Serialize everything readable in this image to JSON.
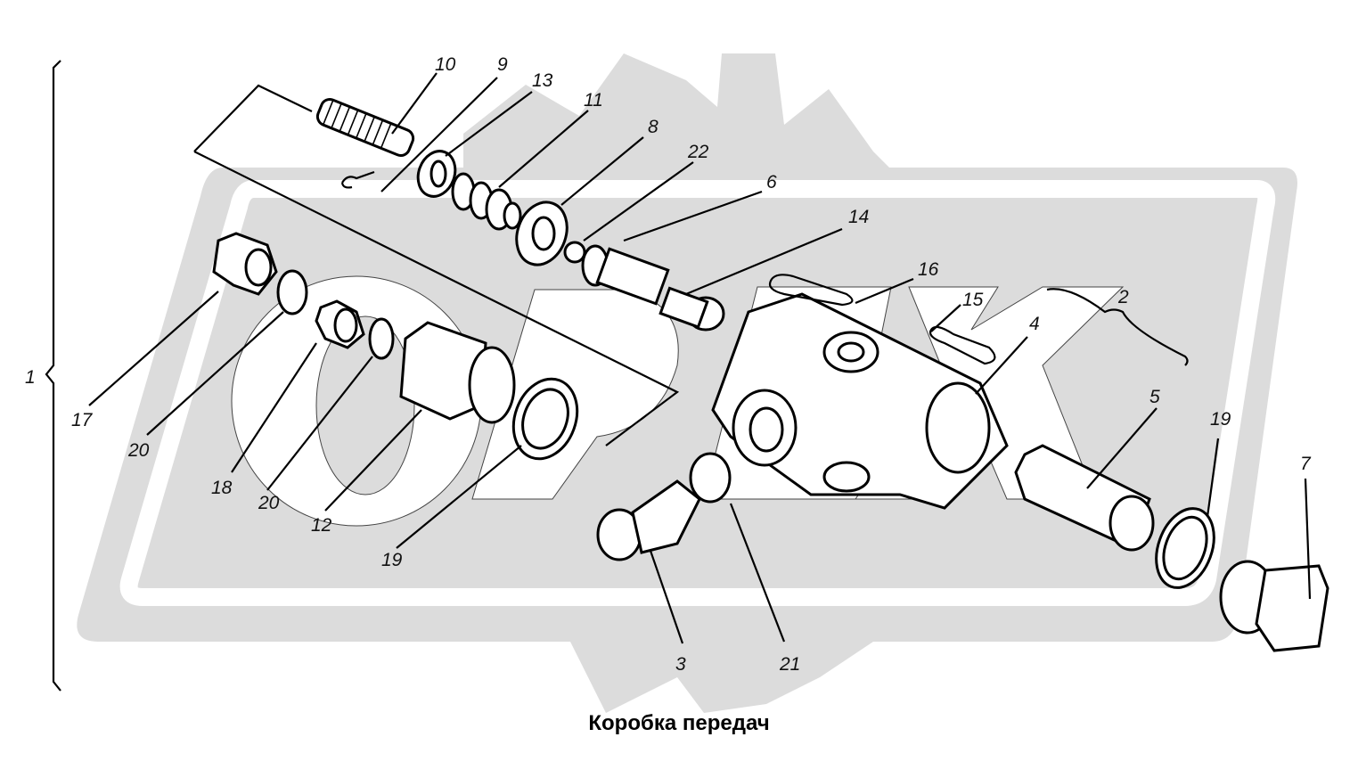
{
  "title": "Коробка передач",
  "watermark": {
    "text": "ОРЕХ",
    "color": "#dcdcdc"
  },
  "assembly_label": "1",
  "callouts": [
    {
      "id": "c10",
      "label": "10"
    },
    {
      "id": "c9",
      "label": "9"
    },
    {
      "id": "c13",
      "label": "13"
    },
    {
      "id": "c11",
      "label": "11"
    },
    {
      "id": "c8",
      "label": "8"
    },
    {
      "id": "c22",
      "label": "22"
    },
    {
      "id": "c6",
      "label": "6"
    },
    {
      "id": "c14",
      "label": "14"
    },
    {
      "id": "c16",
      "label": "16"
    },
    {
      "id": "c15",
      "label": "15"
    },
    {
      "id": "c2",
      "label": "2"
    },
    {
      "id": "c4",
      "label": "4"
    },
    {
      "id": "c5",
      "label": "5"
    },
    {
      "id": "c19b",
      "label": "19"
    },
    {
      "id": "c7",
      "label": "7"
    },
    {
      "id": "c17",
      "label": "17"
    },
    {
      "id": "c20a",
      "label": "20"
    },
    {
      "id": "c18",
      "label": "18"
    },
    {
      "id": "c20b",
      "label": "20"
    },
    {
      "id": "c12",
      "label": "12"
    },
    {
      "id": "c19a",
      "label": "19"
    },
    {
      "id": "c3",
      "label": "3"
    },
    {
      "id": "c21",
      "label": "21"
    }
  ]
}
